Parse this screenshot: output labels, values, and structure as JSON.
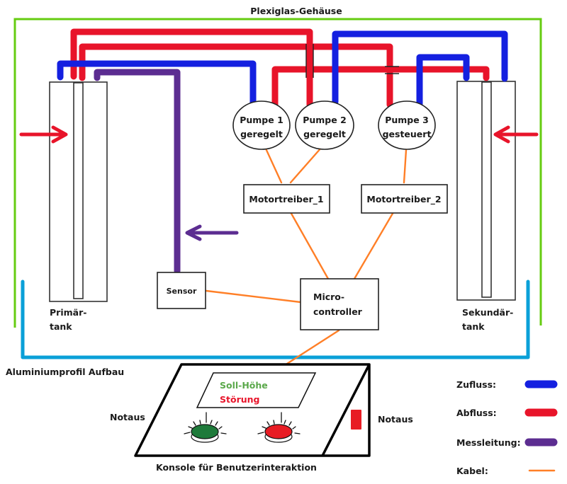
{
  "colors": {
    "zufluss": "#1420e0",
    "abfluss": "#e8142a",
    "messleitung": "#5c2d91",
    "kabel": "#ff7f27",
    "plexiglas": "#66cc11",
    "aluminium": "#0aa0d8",
    "soll_hoehe": "#5aa84a",
    "stoerung": "#e8142a",
    "button_green": "#1e7a3a",
    "button_red": "#e81c24"
  },
  "labels": {
    "plexiglas": "Plexiglas-Gehäuse",
    "aluminium": "Aluminiumprofil Aufbau",
    "primaer_line1": "Primär-",
    "primaer_line2": "tank",
    "sekundaer_line1": "Sekundär-",
    "sekundaer_line2": "tank",
    "sensor": "Sensor",
    "micro_line1": "Micro-",
    "micro_line2": "controller",
    "motor1": "Motortreiber_1",
    "motor2": "Motortreiber_2",
    "pump1_line1": "Pumpe 1",
    "pump1_line2": "geregelt",
    "pump2_line1": "Pumpe 2",
    "pump2_line2": "geregelt",
    "pump3_line1": "Pumpe 3",
    "pump3_line2": "gesteuert"
  },
  "console": {
    "title": "Konsole für Benutzerinteraktion",
    "display_line1": "Soll-Höhe",
    "display_line2": "Störung",
    "notaus_left": "Notaus",
    "notaus_right": "Notaus"
  },
  "legend": [
    {
      "label": "Zufluss:",
      "type": "zufluss"
    },
    {
      "label": "Abfluss:",
      "type": "abfluss"
    },
    {
      "label": "Messleitung:",
      "type": "messleitung"
    },
    {
      "label": "Kabel:",
      "type": "kabel"
    }
  ]
}
